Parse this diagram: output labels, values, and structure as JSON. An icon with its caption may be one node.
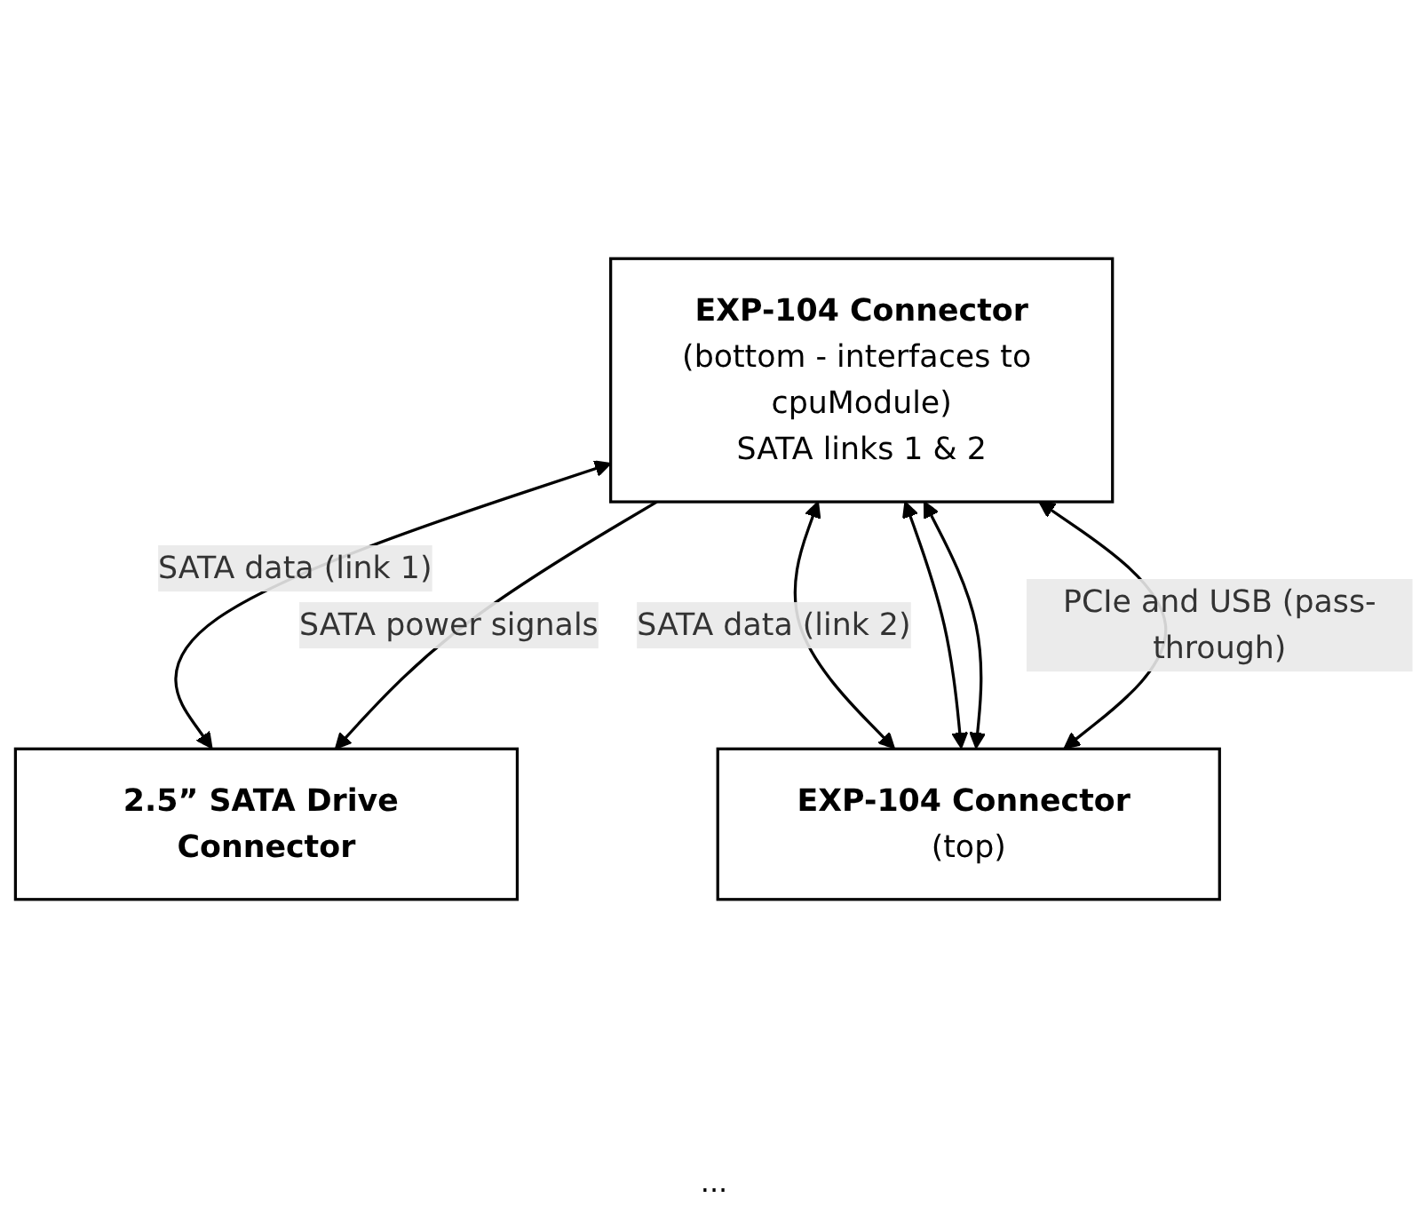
{
  "diagram": {
    "nodes": [
      {
        "text": [
          "2.5” SATA Drive Connector"
        ]
      },
      {
        "text": [
          "EXP-104 Connector",
          "(bottom - interfaces to cpuModule)",
          "SATA links 1 & 2"
        ]
      },
      {
        "text": [
          "**EXP-104 Connector** (top)"
        ]
      }
    ],
    "edges": [
      {
        "from": 1,
        "to": 0,
        "arrow": "to",
        "label": "SATA power signals"
      },
      {
        "from": 0,
        "to": 1,
        "arrow": "both",
        "label": "SATA data (link 1)"
      },
      {
        "from": 2,
        "to": 1,
        "arrow": "both",
        "label": "SATA data (link 2)"
      },
      {
        "from": 2,
        "to": 1,
        "arrow": "both"
      },
      {
        "from": 2,
        "to": 1,
        "arrow": "both"
      },
      {
        "from": 2,
        "to": 1,
        "arrow": "both",
        "label": "PCIe and USB (pass-through)"
      }
    ],
    "labels": [
      "..."
    ]
  }
}
